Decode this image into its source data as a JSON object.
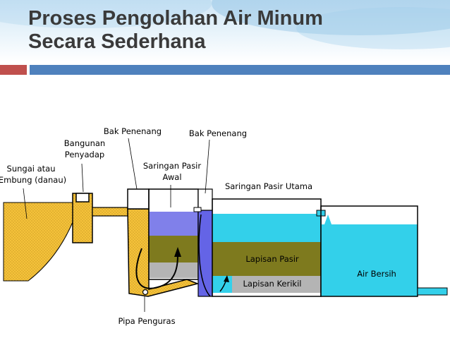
{
  "slide": {
    "title_line1": "Proses Pengolahan Air Minum",
    "title_line2": "Secara Sederhana"
  },
  "diagram": {
    "labels": {
      "sungai_line1": "Sungai atau",
      "sungai_line2": "Embung (danau)",
      "bangunan_line1": "Bangunan",
      "bangunan_line2": "Penyadap",
      "bak_penenang_1": "Bak Penenang",
      "bak_penenang_2": "Bak Penenang",
      "saringan_awal_line1": "Saringan Pasir",
      "saringan_awal_line2": "Awal",
      "saringan_utama": "Saringan Pasir Utama",
      "lapisan_pasir": "Lapisan Pasir",
      "lapisan_kerikil": "Lapisan Kerikil",
      "air_bersih": "Air Bersih",
      "pipa_penguras": "Pipa Penguras"
    },
    "colors": {
      "river_sand": "#f5c23a",
      "water_blue": "#33d0ea",
      "pre_filter_water": "#8080ea",
      "sand_layer": "#7e7a1e",
      "gravel_layer": "#b4b4b4",
      "pipe_blue": "#6464e6",
      "title_text": "#3a3a3a",
      "accent_red": "#c0504d",
      "accent_blue": "#4f81bd"
    }
  }
}
